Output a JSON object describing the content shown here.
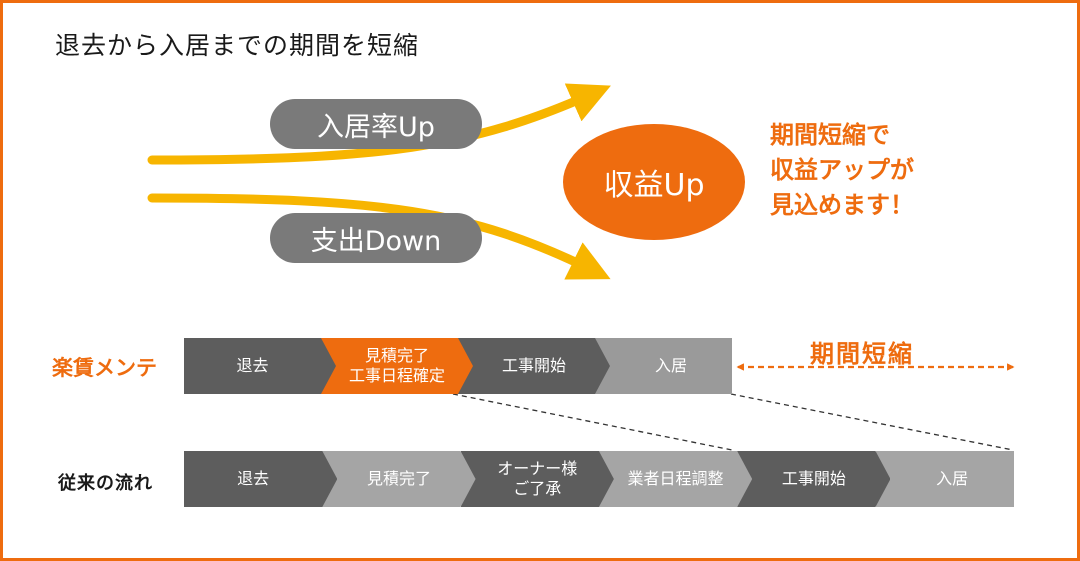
{
  "title": "退去から入居までの期間を短縮",
  "colors": {
    "accent": "#ee6c0f",
    "arrow": "#f7b500",
    "gray_dark": "#5d5d5d",
    "gray_mid": "#8a8a8a",
    "gray_light": "#a5a5a5"
  },
  "diagram": {
    "pill_up": "入居率Up",
    "pill_down": "支出Down",
    "center_label": "収益Up",
    "message": [
      "期間短縮で",
      "収益アップが",
      "見込めます！"
    ]
  },
  "flows": {
    "rakuchin": {
      "label": "楽賃メンテ",
      "steps": [
        {
          "text": [
            "退去"
          ],
          "color": "#5d5d5d"
        },
        {
          "text": [
            "見積完了",
            "工事日程確定"
          ],
          "color": "#ee6c0f"
        },
        {
          "text": [
            "工事開始"
          ],
          "color": "#5d5d5d"
        },
        {
          "text": [
            "入居"
          ],
          "color": "#9a9a9a"
        }
      ]
    },
    "conventional": {
      "label": "従来の流れ",
      "steps": [
        {
          "text": [
            "退去"
          ],
          "color": "#5d5d5d"
        },
        {
          "text": [
            "見積完了"
          ],
          "color": "#a5a5a5"
        },
        {
          "text": [
            "オーナー様",
            "ご了承"
          ],
          "color": "#5d5d5d"
        },
        {
          "text": [
            "業者日程調整"
          ],
          "color": "#a5a5a5"
        },
        {
          "text": [
            "工事開始"
          ],
          "color": "#5d5d5d"
        },
        {
          "text": [
            "入居"
          ],
          "color": "#a5a5a5"
        }
      ]
    },
    "shrink_label": "期間短縮"
  }
}
